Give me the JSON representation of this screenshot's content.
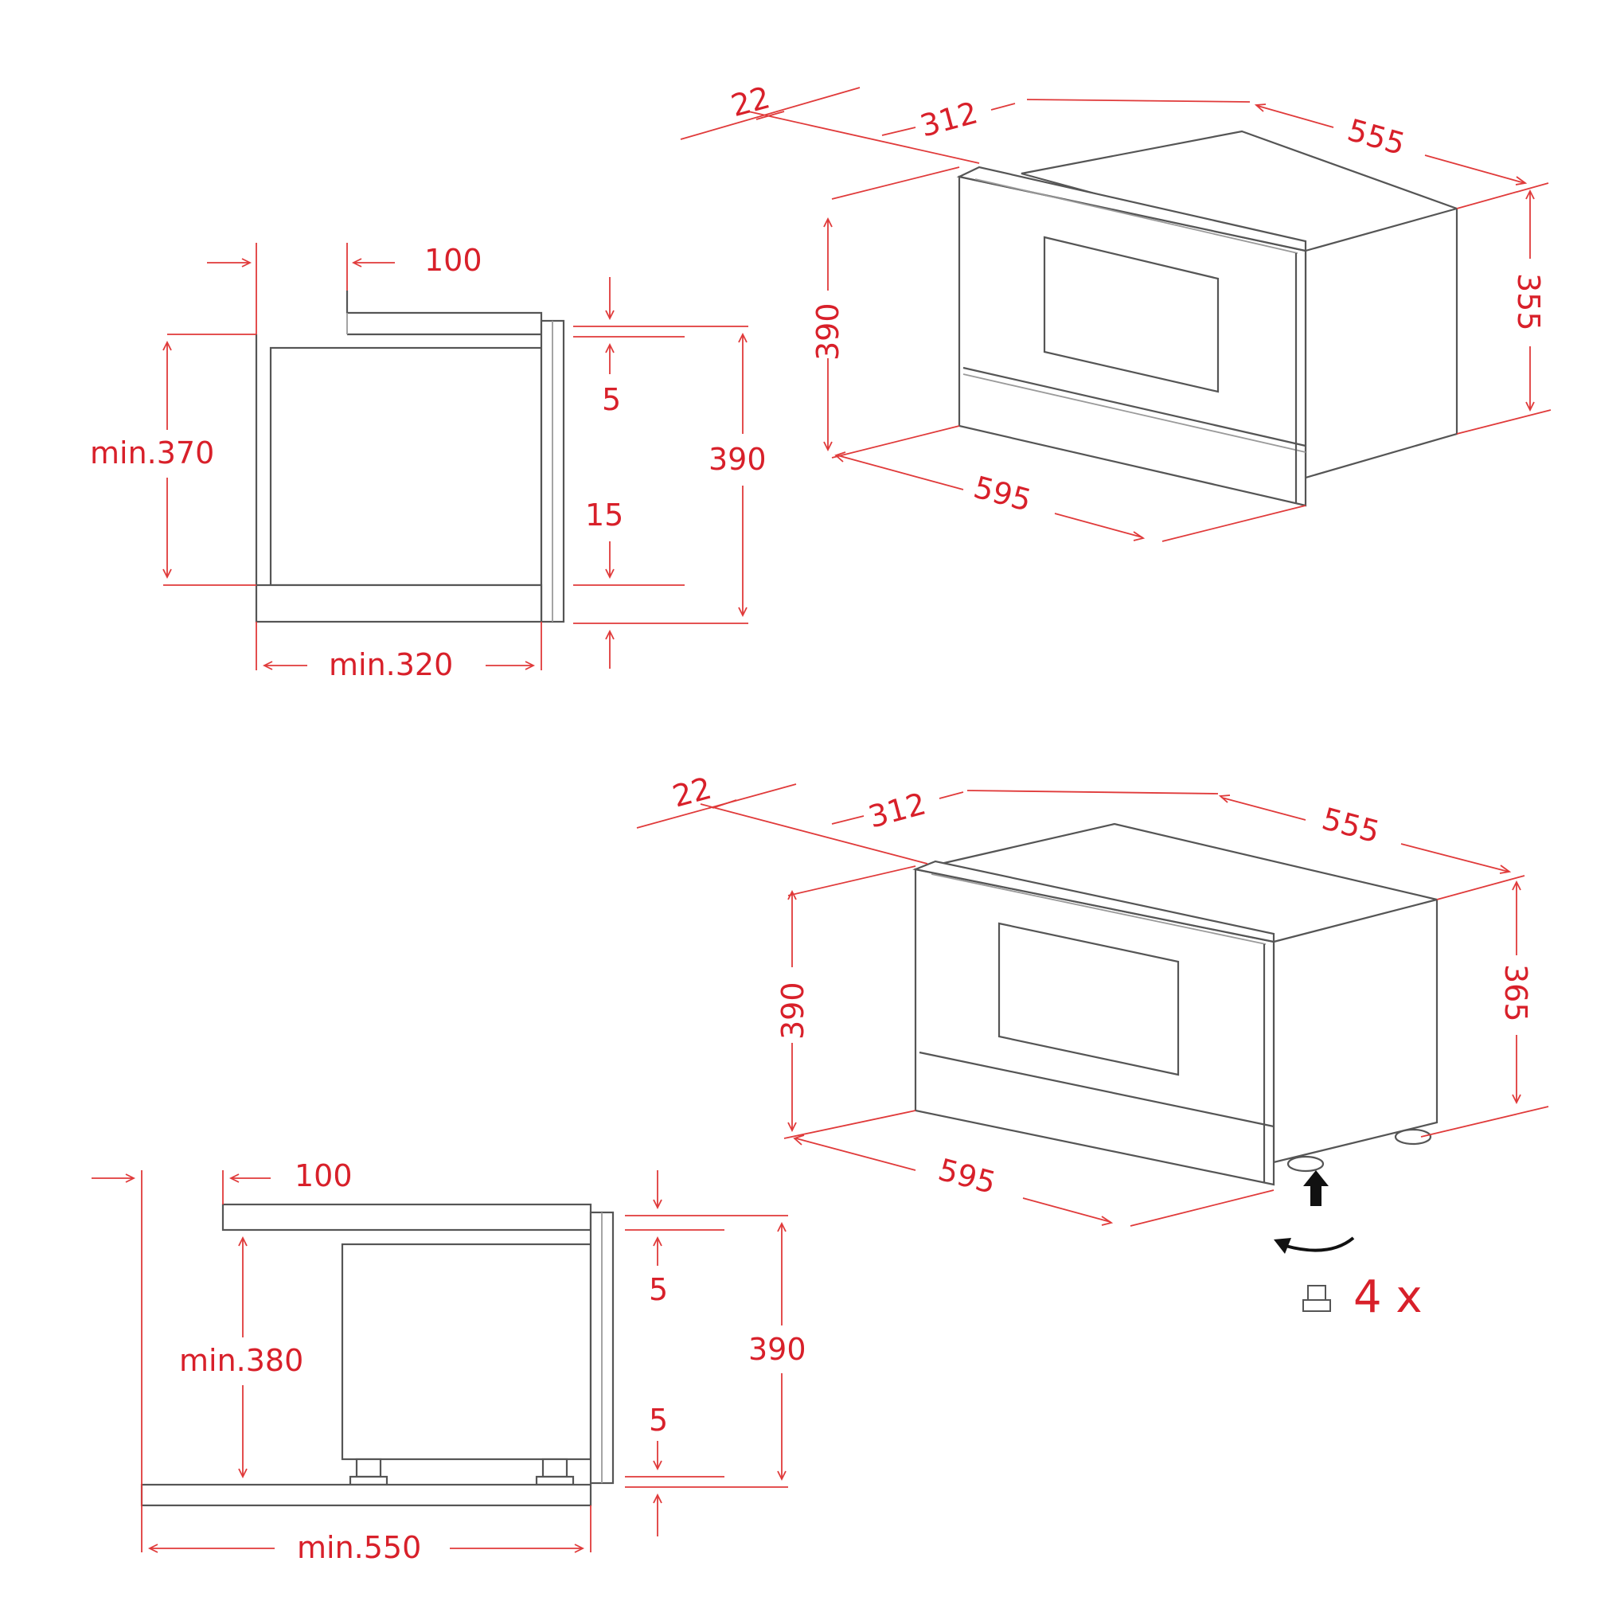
{
  "colors": {
    "line": "#555555",
    "dimension": "#d8202a",
    "background": "#ffffff"
  },
  "side_view_top": {
    "offset": "100",
    "gap_top": "5",
    "gap_bottom": "15",
    "height": "390",
    "min_height": "min.370",
    "min_depth": "min.320"
  },
  "iso_view_top": {
    "frame_depth": "22",
    "door_depth": "312",
    "body_depth": "555",
    "height": "390",
    "body_height": "355",
    "width": "595"
  },
  "side_view_bottom": {
    "offset": "100",
    "gap_top": "5",
    "gap_bottom": "5",
    "height": "390",
    "min_height": "min.380",
    "min_depth": "min.550"
  },
  "iso_view_bottom": {
    "frame_depth": "22",
    "door_depth": "312",
    "body_depth": "555",
    "height": "390",
    "body_height": "365",
    "width": "595",
    "feet_count": "4 x"
  },
  "icons": {
    "arrow": "up-arrow-icon",
    "rotate": "rotate-arrow-icon",
    "foot": "adjustable-foot-icon"
  }
}
